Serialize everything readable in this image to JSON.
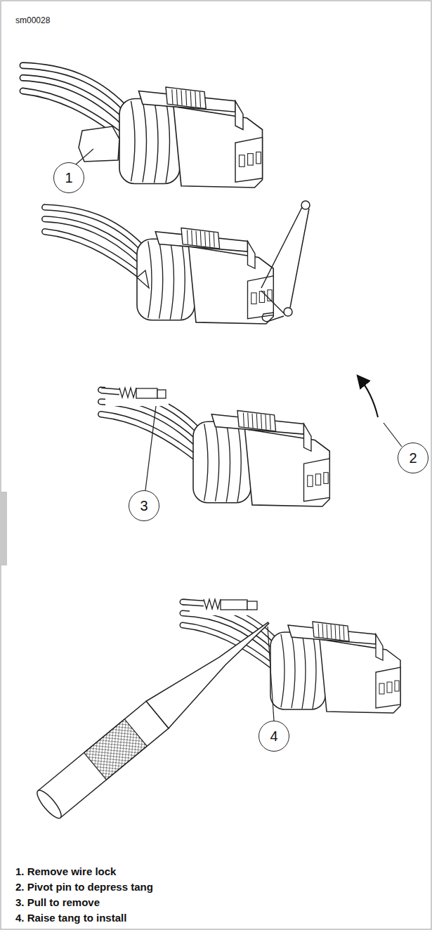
{
  "diagram": {
    "nodes": [
      {
        "text": [
          "1"
        ]
      },
      {
        "text": [
          "2"
        ]
      },
      {
        "text": [
          "3"
        ]
      },
      {
        "text": [
          "4"
        ]
      }
    ],
    "labels": [
      "sm00028",
      "1. Remove wire lock",
      "2. Pivot pin to depress tang",
      "3. Pull to remove",
      "4. Raise tang to install"
    ]
  }
}
